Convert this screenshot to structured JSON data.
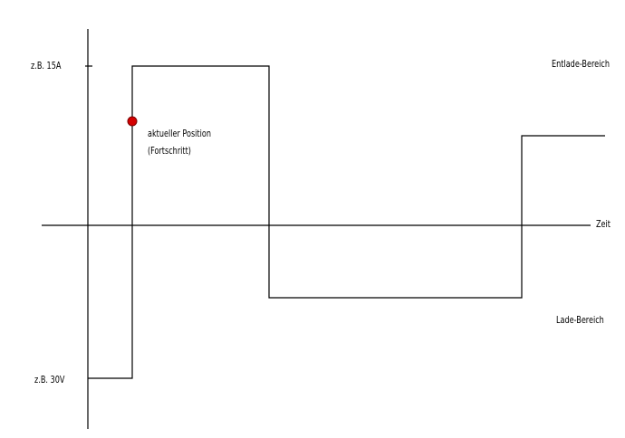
{
  "labels": {
    "current_y": "z.B. 15A",
    "voltage": "z.B. 30V",
    "discharge_region": "Entlade-Bereich",
    "charge_region": "Lade-Bereich",
    "time_axis": "Zeit",
    "position_line1": "aktueller Position",
    "position_line2": "(Fortschritt)"
  },
  "colors": {
    "line": "#000000",
    "marker_fill": "#d40000",
    "marker_stroke": "#7a0000",
    "background": "#ffffff"
  }
}
